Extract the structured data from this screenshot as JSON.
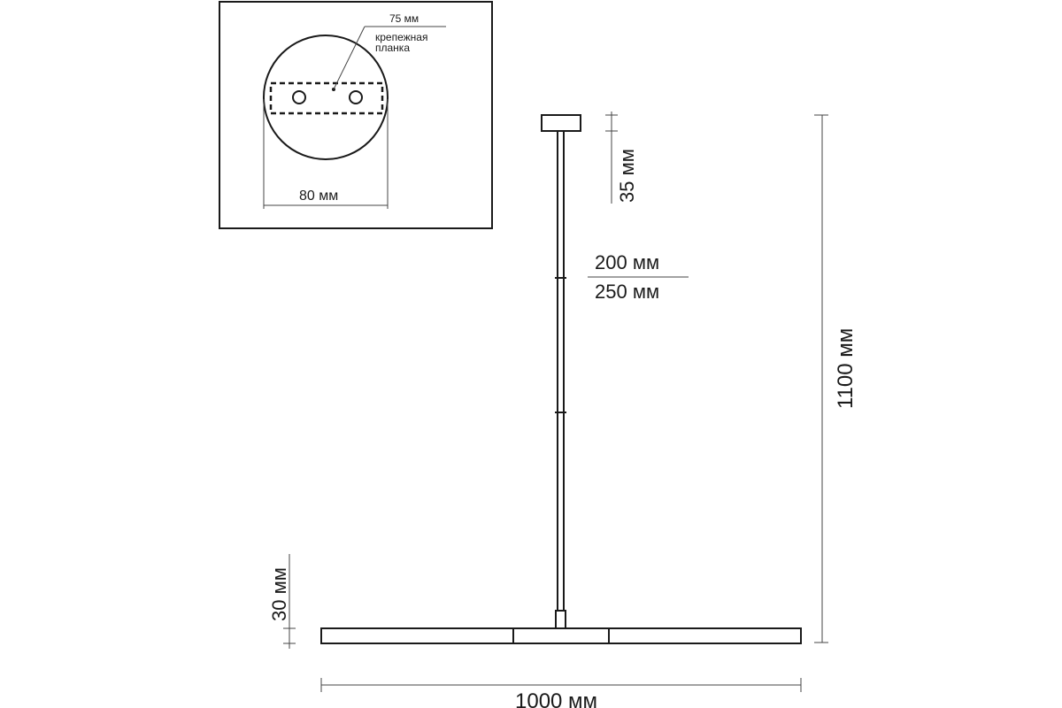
{
  "inset": {
    "canopy_plate_width": "75 мм",
    "mounting_plate_label_line1": "крепежная",
    "mounting_plate_label_line2": "планка",
    "canopy_diameter": "80 мм"
  },
  "main": {
    "canopy_height": "35 мм",
    "rod_segment_short": "200 мм",
    "rod_segment_long": "250 мм",
    "overall_height": "1100 мм",
    "bar_height": "30 мм",
    "bar_width": "1000 мм"
  }
}
